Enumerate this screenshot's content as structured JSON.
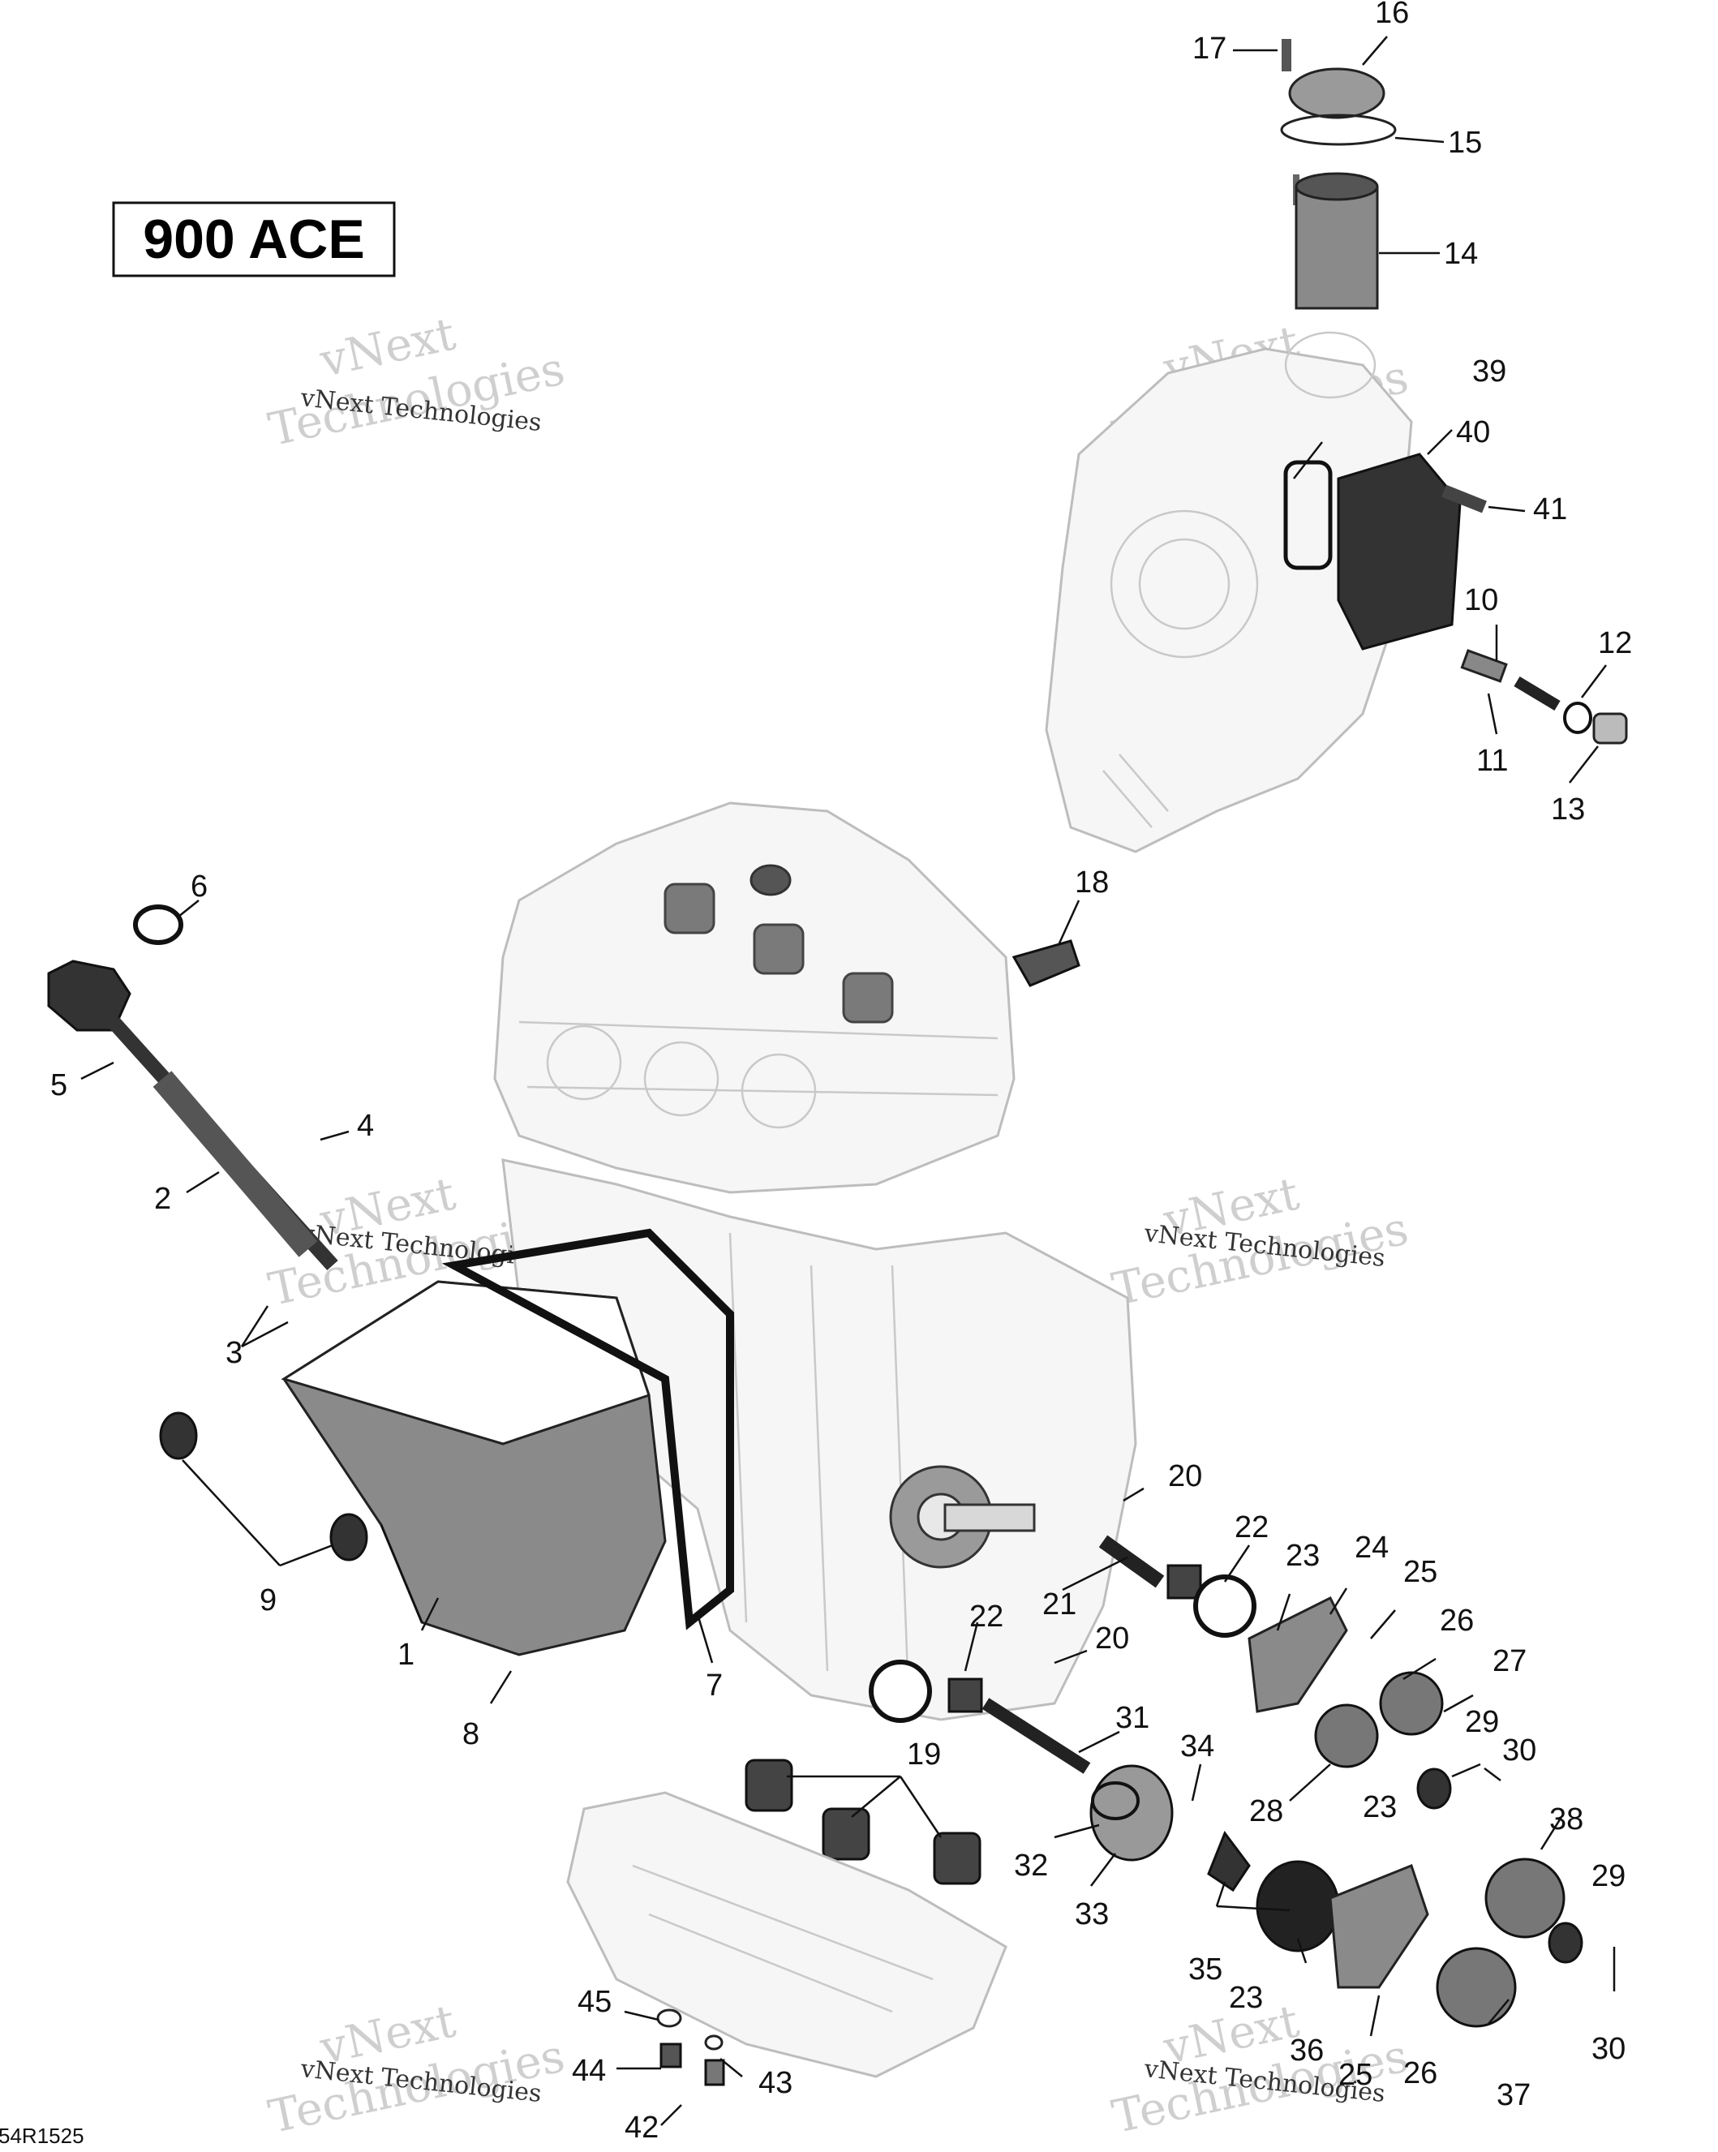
{
  "model": "900 ACE",
  "drawing_code": "54R1525",
  "watermark": {
    "line1": "vNext",
    "line2": "Technologies",
    "small": "vNext Technologies"
  },
  "callouts": [
    "1",
    "2",
    "3",
    "4",
    "5",
    "6",
    "7",
    "8",
    "9",
    "10",
    "11",
    "12",
    "13",
    "14",
    "15",
    "16",
    "17",
    "18",
    "19",
    "20",
    "20",
    "21",
    "22",
    "22",
    "23",
    "23",
    "23",
    "24",
    "25",
    "25",
    "26",
    "26",
    "27",
    "28",
    "29",
    "29",
    "30",
    "30",
    "31",
    "32",
    "33",
    "34",
    "35",
    "36",
    "37",
    "38",
    "39",
    "40",
    "41",
    "42",
    "43",
    "44",
    "45"
  ]
}
